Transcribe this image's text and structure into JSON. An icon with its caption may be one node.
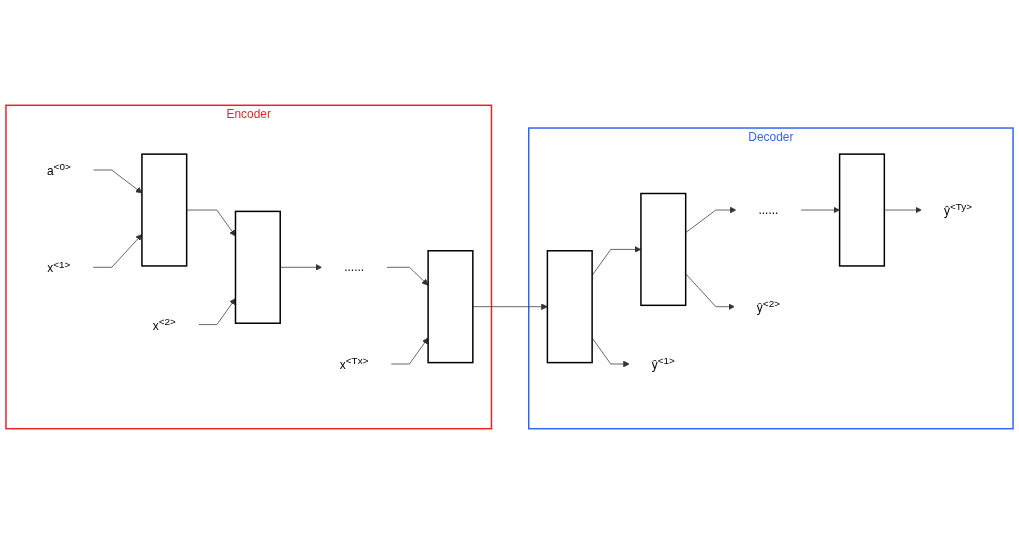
{
  "diagram": {
    "nodes": [
      {
        "text": [
          "Encoder"
        ]
      },
      {
        "text": [
          "a$^{<0>}$"
        ],
        "in": 0
      },
      {
        "text": [],
        "shape": "box",
        "in": 0
      },
      {
        "text": [],
        "shape": "box",
        "in": 0
      },
      {
        "text": [
          "......"
        ],
        "in": 0
      },
      {
        "text": [],
        "shape": "box",
        "in": 0
      },
      {
        "text": [
          "x$^{<1>}$"
        ],
        "in": 0
      },
      {
        "text": [
          "x$^{<2>}$"
        ],
        "in": 0
      },
      {
        "text": [
          "x$^{<Tx>}$"
        ],
        "in": 0
      },
      {
        "text": [
          "Decoder"
        ]
      },
      {
        "text": [],
        "shape": "box",
        "in": 9
      },
      {
        "text": [],
        "shape": "box",
        "in": 9
      },
      {
        "text": [
          "......"
        ],
        "in": 9
      },
      {
        "text": [],
        "shape": "box",
        "in": 9
      },
      {
        "text": [
          "ŷ$^{<1>}$"
        ],
        "in": 9
      },
      {
        "text": [
          "ŷ$^{<2>}$"
        ],
        "in": 9
      },
      {
        "text": [
          "ŷ$^{<Ty>}$"
        ],
        "in": 9
      }
    ],
    "edges": [
      {
        "from": 1,
        "to": 2,
        "arrow": "to"
      },
      {
        "from": 2,
        "to": 3,
        "arrow": "to"
      },
      {
        "from": 3,
        "to": 4,
        "arrow": "to"
      },
      {
        "from": 4,
        "to": 5,
        "arrow": "to"
      },
      {
        "from": 6,
        "to": 2,
        "arrow": "to"
      },
      {
        "from": 7,
        "to": 3,
        "arrow": "to"
      },
      {
        "from": 8,
        "to": 5,
        "arrow": "to"
      },
      {
        "from": 5,
        "to": 10,
        "arrow": "to"
      },
      {
        "from": 10,
        "to": 11,
        "arrow": "to"
      },
      {
        "from": 11,
        "to": 12,
        "arrow": "to"
      },
      {
        "from": 12,
        "to": 13,
        "arrow": "to"
      },
      {
        "from": 10,
        "to": 14,
        "arrow": "to"
      },
      {
        "from": 11,
        "to": 15,
        "arrow": "to"
      },
      {
        "from": 13,
        "to": 16,
        "arrow": "to"
      }
    ]
  }
}
